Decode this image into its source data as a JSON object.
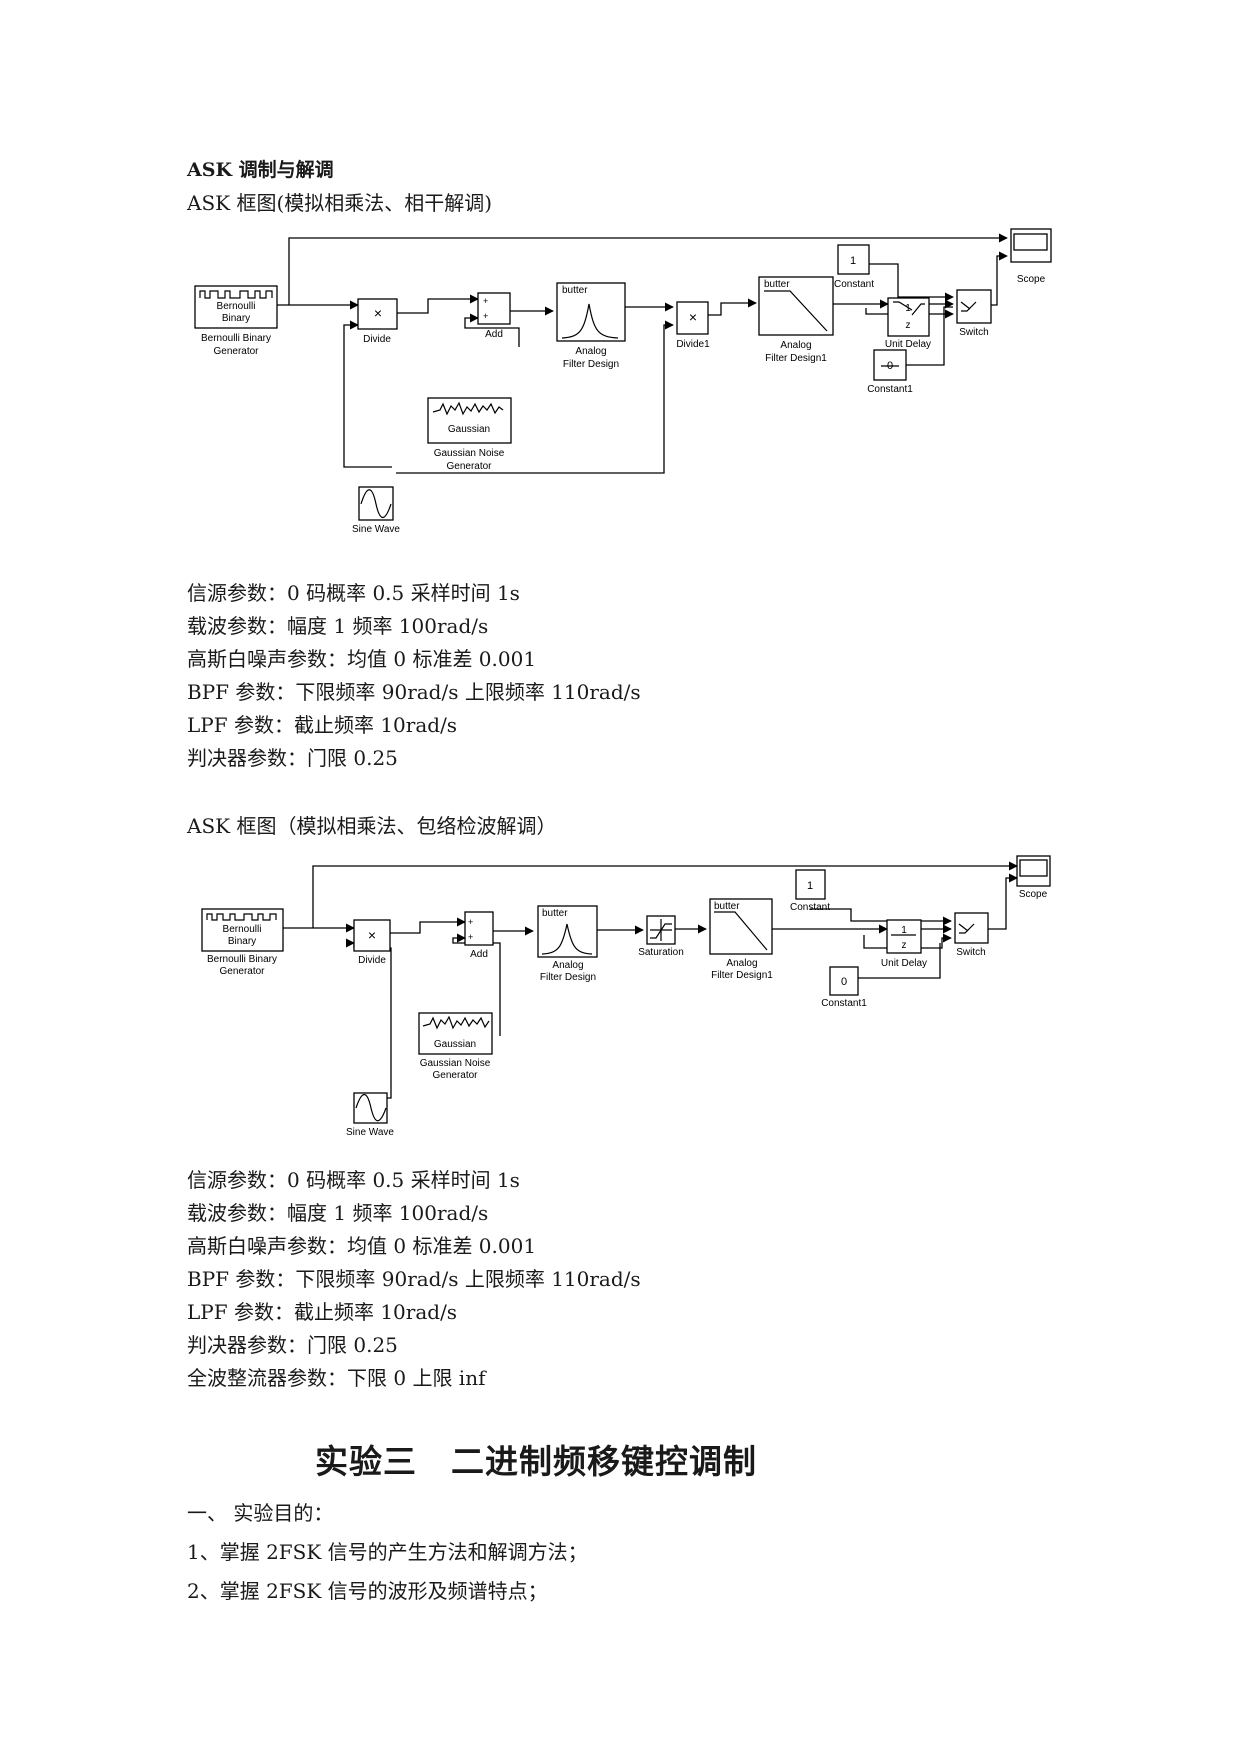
{
  "section": {
    "heading": "ASK 调制与解调",
    "figure1_caption": "ASK 框图(模拟相乘法、相干解调)",
    "figure2_caption": "ASK 框图（模拟相乘法、包络检波解调）"
  },
  "diagram1": {
    "blocks": {
      "bernoulli_icon_l1": "Bernoulli",
      "bernoulli_icon_l2": "Binary",
      "bernoulli_label_l1": "Bernoulli Binary",
      "bernoulli_label_l2": "Generator",
      "divide": "Divide",
      "add": "Add",
      "filter_icon": "butter",
      "filter_label_l1": "Analog",
      "filter_label_l2": "Filter Design",
      "divide1": "Divide1",
      "filter1_icon": "butter",
      "filter1_label_l1": "Analog",
      "filter1_label_l2": "Filter Design1",
      "constant_value": "1",
      "constant": "Constant",
      "unit_delay_num": "1",
      "unit_delay_den": "z",
      "unit_delay": "Unit Delay",
      "constant1_value": "0",
      "constant1": "Constant1",
      "switch": "Switch",
      "scope": "Scope",
      "gaussian_icon": "Gaussian",
      "gaussian_label_l1": "Gaussian Noise",
      "gaussian_label_l2": "Generator",
      "sine": "Sine Wave"
    }
  },
  "params1": [
    "信源参数：0 码概率 0.5 采样时间 1s",
    "载波参数：幅度 1 频率 100rad/s",
    "高斯白噪声参数：均值 0 标准差 0.001",
    "BPF 参数：下限频率 90rad/s 上限频率 110rad/s",
    "LPF 参数：截止频率 10rad/s",
    "判决器参数：门限 0.25"
  ],
  "diagram2": {
    "blocks": {
      "bernoulli_icon_l1": "Bernoulli",
      "bernoulli_icon_l2": "Binary",
      "bernoulli_label_l1": "Bernoulli Binary",
      "bernoulli_label_l2": "Generator",
      "divide": "Divide",
      "add": "Add",
      "filter_icon": "butter",
      "filter_label_l1": "Analog",
      "filter_label_l2": "Filter Design",
      "saturation": "Saturation",
      "filter1_icon": "butter",
      "filter1_label_l1": "Analog",
      "filter1_label_l2": "Filter Design1",
      "constant_value": "1",
      "constant": "Constant",
      "unit_delay_num": "1",
      "unit_delay_den": "z",
      "unit_delay": "Unit Delay",
      "constant1_value": "0",
      "constant1": "Constant1",
      "switch": "Switch",
      "scope": "Scope",
      "gaussian_icon": "Gaussian",
      "gaussian_label_l1": "Gaussian Noise",
      "gaussian_label_l2": "Generator",
      "sine": "Sine Wave"
    }
  },
  "params2": [
    "信源参数：0 码概率 0.5 采样时间 1s",
    "载波参数：幅度 1 频率 100rad/s",
    "高斯白噪声参数：均值 0 标准差 0.001",
    "BPF 参数：下限频率 90rad/s 上限频率 110rad/s",
    "LPF 参数：截止频率 10rad/s",
    "判决器参数：门限 0.25",
    "全波整流器参数：下限 0 上限 inf"
  ],
  "experiment": {
    "title": "实验三　二进制频移键控调制",
    "purpose_heading": "一、 实验目的：",
    "items": [
      "1、掌握 2FSK 信号的产生方法和解调方法；",
      "2、掌握 2FSK 信号的波形及频谱特点；"
    ]
  }
}
